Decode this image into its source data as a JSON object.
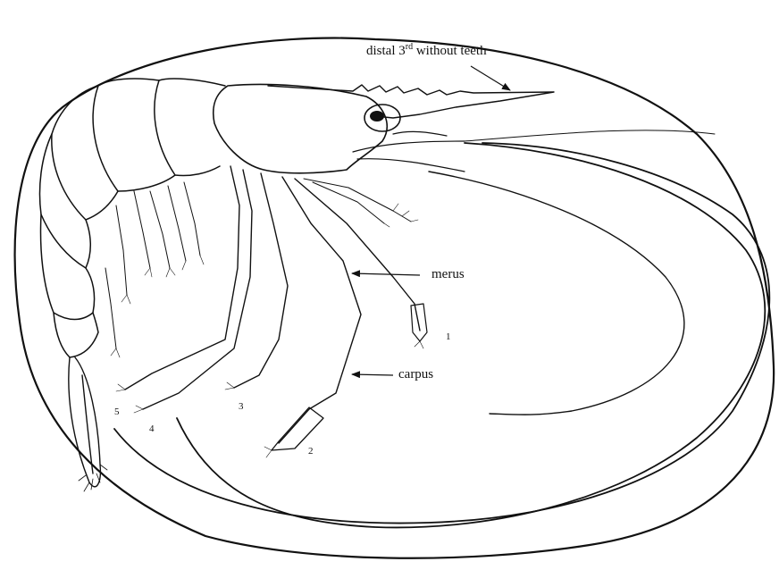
{
  "figure": {
    "ink_color": "#111111",
    "background_color": "#ffffff",
    "labels": {
      "rostrum": {
        "pre": "distal 3",
        "sup": "rd",
        "post": " without teeth"
      },
      "merus": "merus",
      "carpus": "carpus",
      "leg_1": "1",
      "leg_2": "2",
      "leg_3": "3",
      "leg_4": "4",
      "leg_5": "5"
    }
  }
}
